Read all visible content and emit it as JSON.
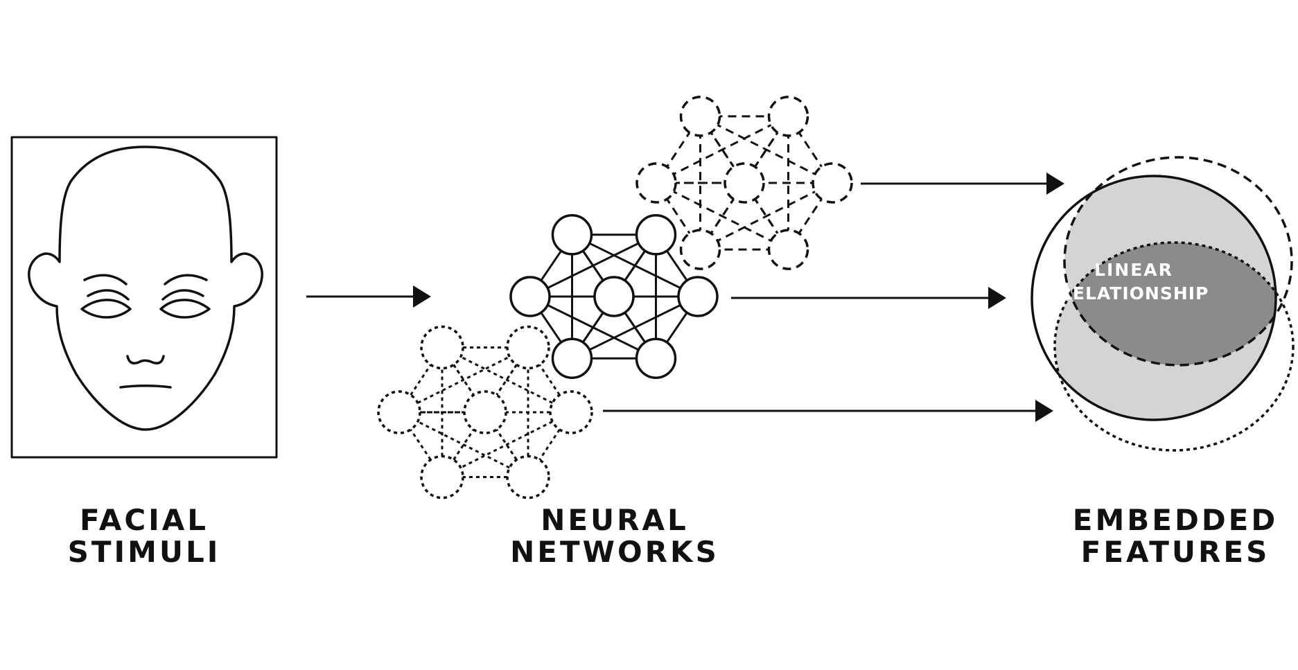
{
  "labels": {
    "stimuli": [
      "FACIAL",
      "STIMULI"
    ],
    "networks": [
      "NEURAL",
      "NETWORKS"
    ],
    "features": [
      "EMBEDDED",
      "FEATURES"
    ]
  },
  "venn_text": [
    "LINEAR",
    "RELATIONSHIP"
  ],
  "network_styles": [
    "dashed",
    "solid",
    "dotted"
  ],
  "colors": {
    "stroke": "#111111",
    "light_region": "#d4d4d4",
    "dark_region": "#8b8b8d",
    "venn_text": "#ffffff"
  },
  "icons": [
    "face-icon",
    "neural-network-icon",
    "arrow-icon",
    "venn-diagram-icon"
  ]
}
